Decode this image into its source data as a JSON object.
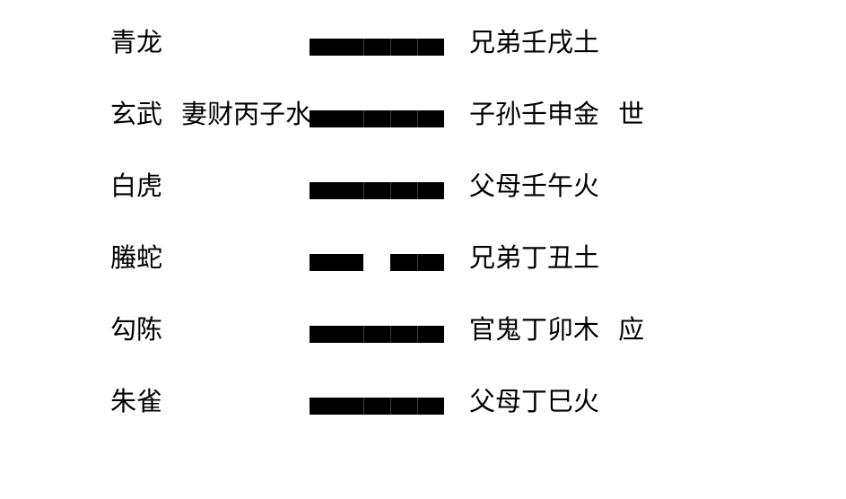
{
  "page": {
    "background_color": "#ffffff",
    "text_color": "#000000",
    "line_color": "#000000",
    "line_seam_color": "#3d3d3d"
  },
  "hexagram": {
    "rows": [
      {
        "god": "青龙",
        "hidden_spirit": "",
        "line_type": "yang",
        "relation": "兄弟壬戌土",
        "marker": ""
      },
      {
        "god": "玄武",
        "hidden_spirit": "妻财丙子水",
        "line_type": "yang",
        "relation": "子孙壬申金",
        "marker": "世"
      },
      {
        "god": "白虎",
        "hidden_spirit": "",
        "line_type": "yang",
        "relation": "父母壬午火",
        "marker": ""
      },
      {
        "god": "螣蛇",
        "hidden_spirit": "",
        "line_type": "yin",
        "relation": "兄弟丁丑土",
        "marker": ""
      },
      {
        "god": "勾陈",
        "hidden_spirit": "",
        "line_type": "yang",
        "relation": "官鬼丁卯木",
        "marker": "应"
      },
      {
        "god": "朱雀",
        "hidden_spirit": "",
        "line_type": "yang",
        "relation": "父母丁巳火",
        "marker": ""
      }
    ]
  }
}
